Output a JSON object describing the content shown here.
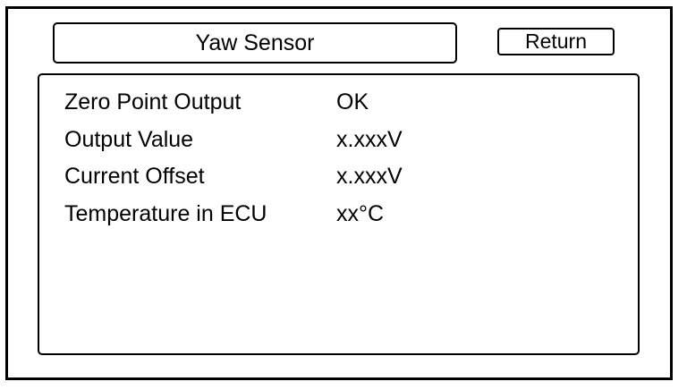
{
  "header": {
    "title": "Yaw Sensor",
    "return_label": "Return"
  },
  "readings": [
    {
      "label": "Zero Point Output",
      "value": "OK"
    },
    {
      "label": "Output Value",
      "value": "x.xxxV"
    },
    {
      "label": "Current Offset",
      "value": "x.xxxV"
    },
    {
      "label": "Temperature in ECU",
      "value": "xx°C"
    }
  ]
}
